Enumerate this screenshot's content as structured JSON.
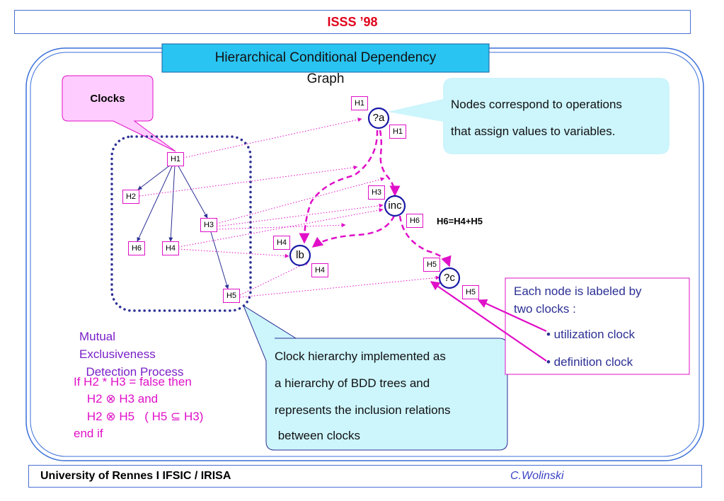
{
  "header": {
    "title": "ISSS ’98"
  },
  "footer": {
    "left": "University of Rennes I  IFSIC / IRISA",
    "right": "C.Wolinski"
  },
  "slide": {
    "title_line1": "Hierarchical Conditional Dependency",
    "title_line2": "Graph"
  },
  "callouts": {
    "clocks": "Clocks",
    "nodes_line1": "Nodes correspond to operations",
    "nodes_line2": "that assign values to variables.",
    "hierarchy_lines": [
      "Clock hierarchy implemented as",
      "a hierarchy of BDD trees and",
      "represents the inclusion relations",
      " between clocks"
    ],
    "labeled_line1": "Each node is labeled by",
    "labeled_line2": "two clocks :",
    "bullet1": "• utilization clock",
    "bullet2": "• definition clock"
  },
  "clock_tree": {
    "h1": "H1",
    "h2": "H2",
    "h3": "H3",
    "h4": "H4",
    "h5": "H5",
    "h6": "H6"
  },
  "graph_nodes": {
    "a": "?a",
    "inc": "inc",
    "b": "lb",
    "c": "?c"
  },
  "node_clocks": {
    "a_top": "H1",
    "a_bottom": "H1",
    "inc_top": "H3",
    "inc_bottom": "H6",
    "b_top": "H4",
    "b_bottom": "H4",
    "c_top": "H5",
    "c_bottom": "H5"
  },
  "equation": "H6=H4+H5",
  "mutual": [
    "Mutual",
    "Exclusiveness",
    "  Detection Process"
  ],
  "code": [
    "If H2 * H3 = false then",
    "    H2 ⊗ H3 and",
    "    H2 ⊗ H5   ( H5 ⊆ H3)",
    "end if"
  ],
  "colors": {
    "header_red": "#e0001b",
    "title_bg": "#29c4f2",
    "callout_bg": "#ccf5fc",
    "clocks_bg": "#ffccff",
    "magenta": "#e010c8",
    "navy": "#2c3094"
  }
}
